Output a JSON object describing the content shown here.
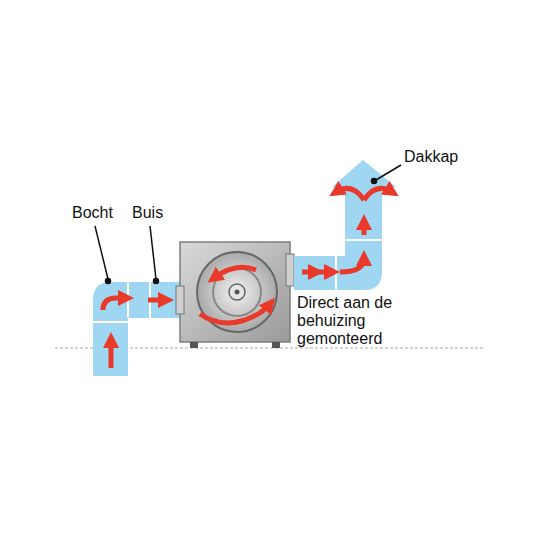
{
  "diagram": {
    "labels": [
      "Bocht",
      "Buis",
      "Dakkap",
      "Direct aan de behuizing gemonteerd"
    ]
  }
}
